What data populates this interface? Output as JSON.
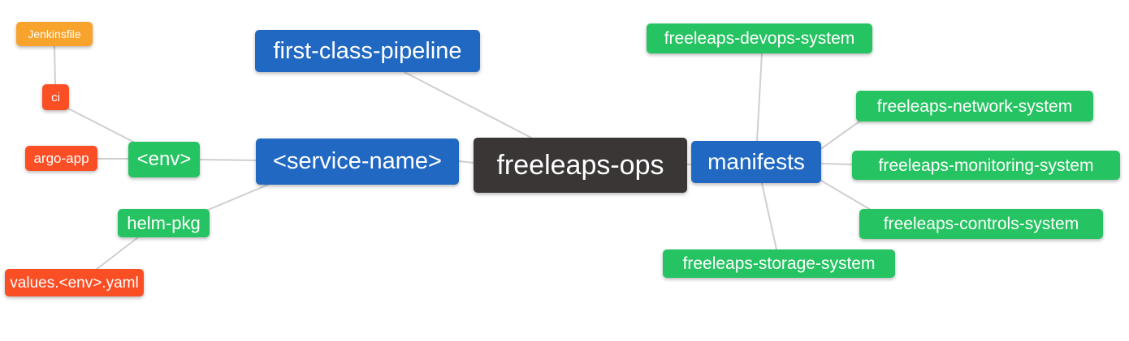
{
  "diagram": {
    "type": "mindmap",
    "root": "freeleaps-ops",
    "background": "#ffffff",
    "edge_color": "#cfcfcf",
    "palette": {
      "blue": "#2068c2",
      "green": "#25c361",
      "red": "#fa4e24",
      "amber": "#f7a32c",
      "dark": "#3a3636",
      "text": "#ffffff"
    },
    "nodes": {
      "jenkinsfile": {
        "label": "Jenkinsfile",
        "color": "#f7a32c"
      },
      "ci": {
        "label": "ci",
        "color": "#fa4e24"
      },
      "argo-app": {
        "label": "argo-app",
        "color": "#fa4e24"
      },
      "env": {
        "label": "<env>",
        "color": "#25c361"
      },
      "helm-pkg": {
        "label": "helm-pkg",
        "color": "#25c361"
      },
      "values-env-yaml": {
        "label": "values.<env>.yaml",
        "color": "#fa4e24"
      },
      "first-class-pipeline": {
        "label": "first-class-pipeline",
        "color": "#2068c2"
      },
      "service-name": {
        "label": "<service-name>",
        "color": "#2068c2"
      },
      "freeleaps-ops": {
        "label": "freeleaps-ops",
        "color": "#3a3636"
      },
      "manifests": {
        "label": "manifests",
        "color": "#2068c2"
      },
      "devops-system": {
        "label": "freeleaps-devops-system",
        "color": "#25c361"
      },
      "network-system": {
        "label": "freeleaps-network-system",
        "color": "#25c361"
      },
      "monitoring-system": {
        "label": "freeleaps-monitoring-system",
        "color": "#25c361"
      },
      "controls-system": {
        "label": "freeleaps-controls-system",
        "color": "#25c361"
      },
      "storage-system": {
        "label": "freeleaps-storage-system",
        "color": "#25c361"
      }
    },
    "edges": [
      [
        "jenkinsfile",
        "ci"
      ],
      [
        "ci",
        "env"
      ],
      [
        "argo-app",
        "env"
      ],
      [
        "env",
        "service-name"
      ],
      [
        "helm-pkg",
        "service-name"
      ],
      [
        "values-env-yaml",
        "helm-pkg"
      ],
      [
        "service-name",
        "freeleaps-ops"
      ],
      [
        "first-class-pipeline",
        "freeleaps-ops"
      ],
      [
        "freeleaps-ops",
        "manifests"
      ],
      [
        "devops-system",
        "manifests"
      ],
      [
        "manifests",
        "network-system"
      ],
      [
        "manifests",
        "monitoring-system"
      ],
      [
        "manifests",
        "controls-system"
      ],
      [
        "manifests",
        "storage-system"
      ]
    ]
  }
}
